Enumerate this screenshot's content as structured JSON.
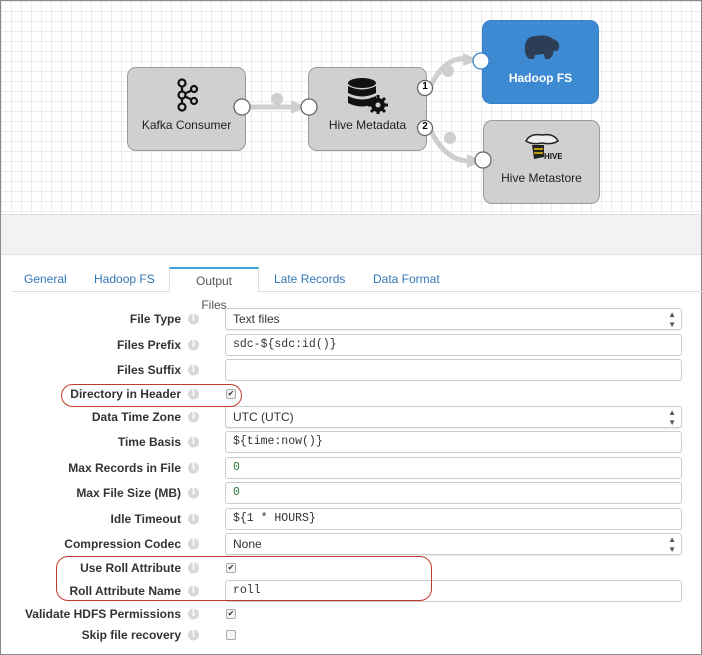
{
  "pipeline": {
    "nodes": [
      {
        "label": "Kafka Consumer",
        "icon": "kafka-icon"
      },
      {
        "label": "Hive Metadata",
        "icon": "database-gear-icon"
      },
      {
        "label": "Hadoop FS",
        "icon": "hadoop-elephant-icon",
        "selected": true
      },
      {
        "label": "Hive Metastore",
        "icon": "hive-icon"
      }
    ],
    "outputs": [
      "1",
      "2"
    ],
    "accent": "#3d8ad2"
  },
  "tabs": [
    {
      "label": "General"
    },
    {
      "label": "Hadoop FS"
    },
    {
      "label": "Output Files",
      "active": true
    },
    {
      "label": "Late Records"
    },
    {
      "label": "Data Format"
    }
  ],
  "info_glyph": "i",
  "form": {
    "file_type": {
      "label": "File Type",
      "value": "Text files"
    },
    "files_prefix": {
      "label": "Files Prefix",
      "value": "sdc-${sdc:id()}"
    },
    "files_suffix": {
      "label": "Files Suffix",
      "value": ""
    },
    "directory_in_header": {
      "label": "Directory in Header",
      "checked": true
    },
    "data_time_zone": {
      "label": "Data Time Zone",
      "value": "UTC (UTC)"
    },
    "time_basis": {
      "label": "Time Basis",
      "value": "${time:now()}"
    },
    "max_records": {
      "label": "Max Records in File",
      "value": "0"
    },
    "max_file_size": {
      "label": "Max File Size (MB)",
      "value": "0"
    },
    "idle_timeout": {
      "label": "Idle Timeout",
      "value": "${1 * HOURS}"
    },
    "compression_codec": {
      "label": "Compression Codec",
      "value": "None"
    },
    "use_roll_attribute": {
      "label": "Use Roll Attribute",
      "checked": true
    },
    "roll_attribute_name": {
      "label": "Roll Attribute Name",
      "value": "roll"
    },
    "validate_hdfs": {
      "label": "Validate HDFS Permissions",
      "checked": true
    },
    "skip_file_recovery": {
      "label": "Skip file recovery",
      "checked": false
    }
  },
  "highlight_color": "#c0392b"
}
